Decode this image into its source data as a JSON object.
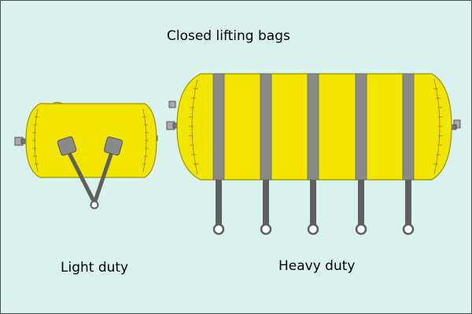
{
  "title": "Closed lifting bags",
  "light_duty": {
    "label": "Light duty"
  },
  "heavy_duty": {
    "label": "Heavy duty"
  },
  "colors": {
    "background": "#d9f2ee",
    "bag_fill": "#f2e600",
    "bag_stroke": "#9a9400",
    "strap": "#8a8a8a",
    "rod": "#5f5f5f",
    "valve": "#aaaaaa"
  }
}
